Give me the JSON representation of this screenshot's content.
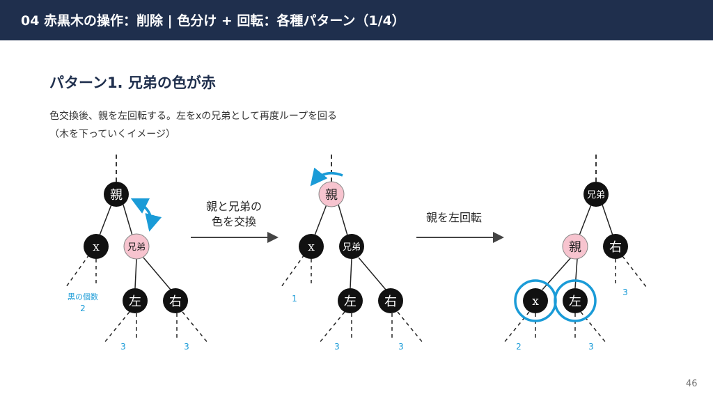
{
  "header": {
    "title": "04 赤黒木の操作：削除 | 色分け + 回転：各種パターン（1/4）"
  },
  "section": {
    "title": "パターン1. 兄弟の色が赤",
    "desc_line1": "色交換後、親を左回転する。左をxの兄弟として再度ループを回る",
    "desc_line2": "（木を下っていくイメージ）"
  },
  "nodes": {
    "parent": "親",
    "x": "x",
    "sibling": "兄弟",
    "left": "左",
    "right": "右"
  },
  "arrows": {
    "step1_line1": "親と兄弟の",
    "step1_line2": "色を交換",
    "step2": "親を左回転"
  },
  "counts": {
    "black_count_label": "黒の個数",
    "tree1_x": "2",
    "tree1_left": "3",
    "tree1_right": "3",
    "tree2_x": "1",
    "tree2_left": "3",
    "tree2_right": "3",
    "tree3_x": "2",
    "tree3_left": "3",
    "tree3_right": "3"
  },
  "colors": {
    "header_bg": "#1f2f4d",
    "black_node": "#111111",
    "red_node": "#f7c4cf",
    "accent_blue": "#1a9bd7"
  },
  "page": {
    "number": "46"
  }
}
